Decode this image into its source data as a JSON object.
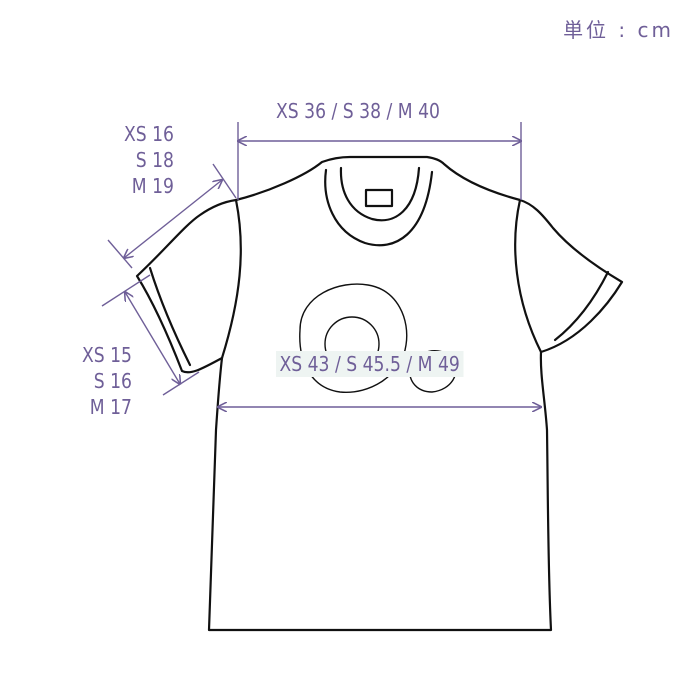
{
  "unit_label": "単位 : cm",
  "measurements": {
    "shoulder_width": "XS 36 / S 38 / M 40",
    "body_width": "XS 43 / S 45.5 / M 49",
    "shoulder_slope": [
      "XS 16",
      "S 18",
      "M 19"
    ],
    "sleeve_length": [
      "XS 15",
      "S 16",
      "M 17"
    ]
  },
  "colors": {
    "measure_line": "#6f5f98",
    "outline": "#111111",
    "label_highlight": "#eef4f2"
  }
}
